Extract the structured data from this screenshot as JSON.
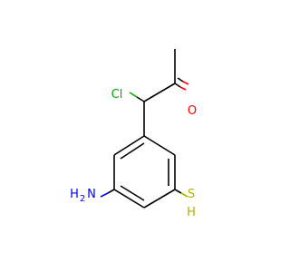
{
  "molecule": {
    "atoms": {
      "chlorine": {
        "symbol": "Cl",
        "color": "#00aa00"
      },
      "oxygen": {
        "symbol": "O",
        "color": "#ff0000"
      },
      "amine": {
        "symbol": "H",
        "subscript": "2",
        "trailing": "N",
        "color": "#0000ff"
      },
      "thiol": {
        "symbol": "S",
        "hydrogen": "H",
        "color": "#b2b200"
      }
    },
    "bond_color": "#000000"
  }
}
